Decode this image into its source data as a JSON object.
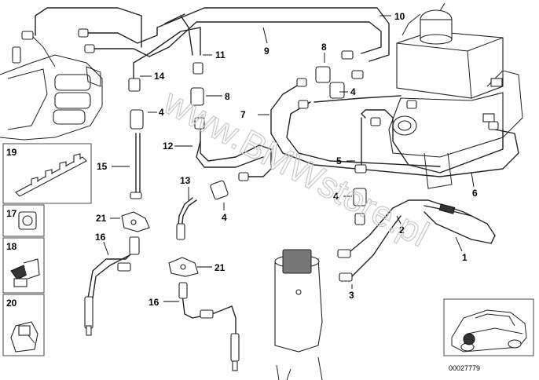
{
  "callouts": {
    "c10": "10",
    "c9": "9",
    "c8a": "8",
    "c11": "11",
    "c14": "14",
    "c8b": "8",
    "c4a": "4",
    "c7": "7",
    "c4b": "4",
    "c12": "12",
    "c15": "15",
    "c5": "5",
    "c4c": "4",
    "c13": "13",
    "c4d": "4",
    "c6": "6",
    "c21a": "21",
    "c2": "2",
    "c16a": "16",
    "c1": "1",
    "c21b": "21",
    "c3": "3",
    "c16b": "16"
  },
  "side_panel": {
    "c19": "19",
    "c17": "17",
    "c18": "18",
    "c20": "20"
  },
  "watermark": "www.BMWstore.pl",
  "reference_number": "00027779"
}
